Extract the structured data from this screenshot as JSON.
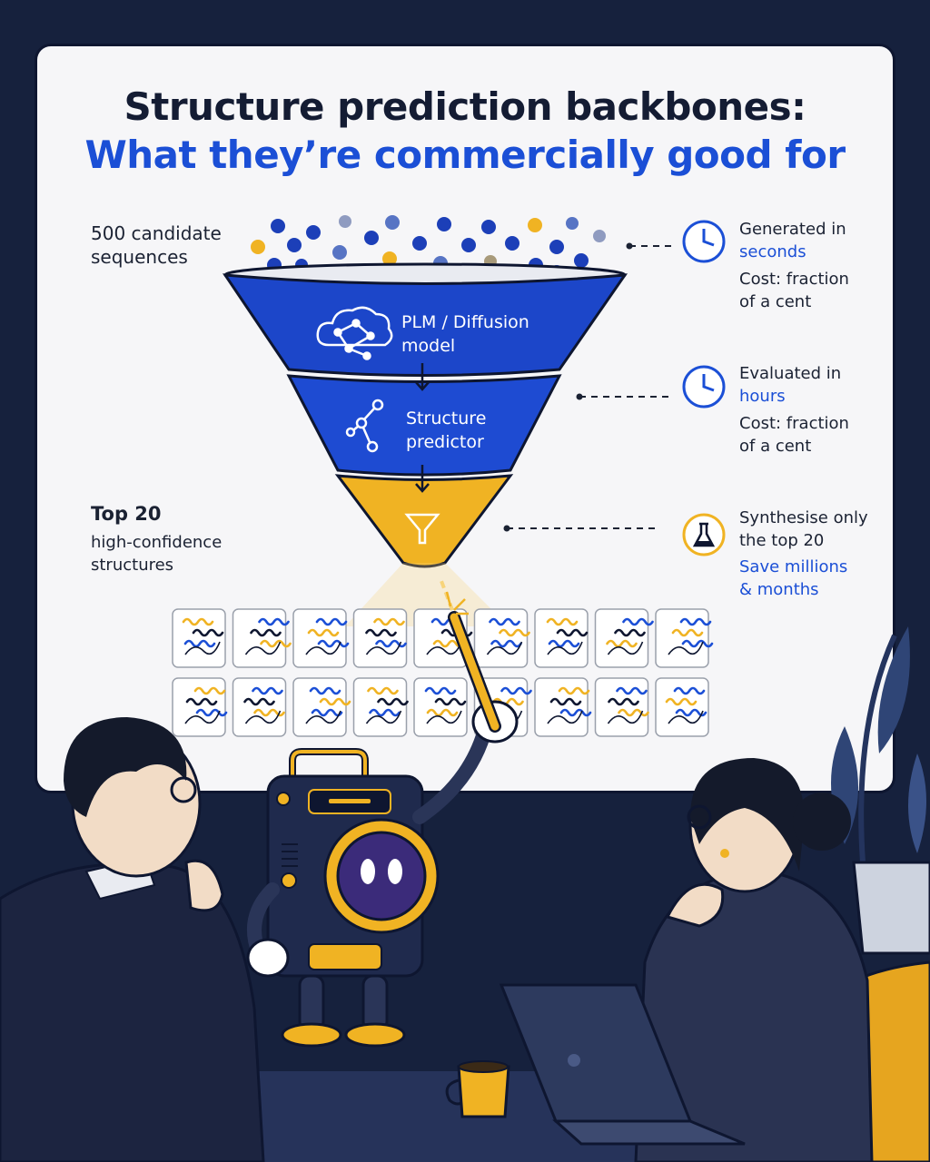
{
  "title": {
    "line1": "Structure prediction backbones:",
    "line2": "What they’re commercially good for"
  },
  "funnel": {
    "input": {
      "count_text": "500 candidate",
      "unit_text": "sequences"
    },
    "stages": [
      {
        "label_line1": "PLM / Diffusion",
        "label_line2": "model",
        "color": "#1c46c9",
        "icon": "cloud-network-icon"
      },
      {
        "label_line1": "Structure",
        "label_line2": "predictor",
        "color": "#1e4bd2",
        "icon": "graph-nodes-icon"
      },
      {
        "color": "#f0b323",
        "icon": "funnel-filter-icon"
      }
    ],
    "output": {
      "count_text": "Top 20",
      "desc_line1": "high-confidence",
      "desc_line2": "structures"
    }
  },
  "annotations": [
    {
      "icon": "clock-icon",
      "line1": "Generated in",
      "highlight": "seconds",
      "cost_line1": "Cost: fraction",
      "cost_line2": "of a cent"
    },
    {
      "icon": "clock-icon",
      "line1": "Evaluated in",
      "highlight": "hours",
      "cost_line1": "Cost: fraction",
      "cost_line2": "of a cent"
    },
    {
      "icon": "flask-icon",
      "line1": "Synthesise only",
      "line2": "the top 20",
      "highlight_line1": "Save millions",
      "highlight_line2": "& months"
    }
  ],
  "colors": {
    "background": "#16213d",
    "board": "#f6f6f8",
    "brand_blue": "#1b4fd6",
    "accent_yellow": "#f0b323",
    "text_dark": "#141c33"
  },
  "structure_tiles": {
    "rows": 2,
    "columns": 9
  }
}
